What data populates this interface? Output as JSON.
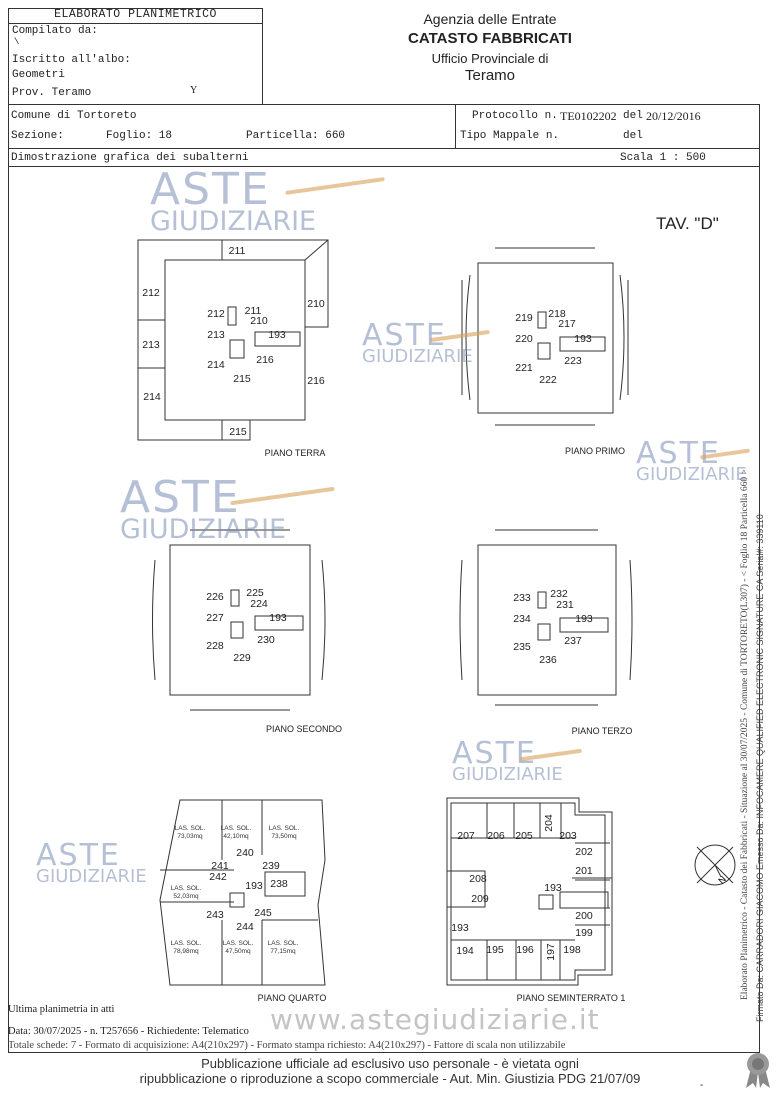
{
  "header": {
    "box_title": "ELABORATO PLANIMETRICO",
    "compilato_label": "Compilato da:",
    "compilato_value": "\\",
    "iscritto_label": "Iscritto all'albo:",
    "iscritto_value": "Geometri",
    "prov": "Prov. Teramo",
    "prov_mark": "Y",
    "agency": "Agenzia delle Entrate",
    "catasto": "CATASTO FABBRICATI",
    "ufficio": "Ufficio Provinciale di",
    "city": "Teramo"
  },
  "info": {
    "comune": "Comune di Tortoreto",
    "sezione": "Sezione:",
    "foglio": "Foglio: 18",
    "particella": "Particella: 660",
    "protocollo_label": "Protocollo n.",
    "protocollo_value": "TE0102202",
    "del_label": "del",
    "protocollo_date": "20/12/2016",
    "tipo_mappale": "Tipo Mappale n.",
    "tipo_del": "del",
    "dimostrazione": "Dimostrazione grafica dei subalterni",
    "scala": "Scala 1 : 500"
  },
  "tav": "TAV. \"D\"",
  "plans": {
    "terra": {
      "caption": "PIANO TERRA",
      "labels": [
        "211",
        "212",
        "213",
        "214",
        "215",
        "210",
        "216",
        "212",
        "211",
        "210",
        "213",
        "193",
        "214",
        "216",
        "215"
      ]
    },
    "primo": {
      "caption": "PIANO PRIMO",
      "labels": [
        "219",
        "218",
        "217",
        "220",
        "193",
        "221",
        "223",
        "222"
      ]
    },
    "secondo": {
      "caption": "PIANO SECONDO",
      "labels": [
        "226",
        "225",
        "224",
        "227",
        "193",
        "228",
        "230",
        "229"
      ]
    },
    "terzo": {
      "caption": "PIANO TERZO",
      "labels": [
        "233",
        "232",
        "231",
        "234",
        "193",
        "235",
        "237",
        "236"
      ]
    },
    "quarto": {
      "caption": "PIANO QUARTO",
      "labels": [
        "240",
        "241",
        "239",
        "242",
        "193",
        "238",
        "243",
        "245",
        "244"
      ],
      "areas": [
        {
          "name": "LAS. SOL.",
          "area": "73,03mq"
        },
        {
          "name": "LAS. SOL.",
          "area": "42,10mq"
        },
        {
          "name": "LAS. SOL.",
          "area": "73,50mq"
        },
        {
          "name": "LAS. SOL.",
          "area": "52,03mq"
        },
        {
          "name": "LAS. SOL.",
          "area": "78,98mq"
        },
        {
          "name": "LAS. SOL.",
          "area": "47,50mq"
        },
        {
          "name": "LAS. SOL.",
          "area": "77,15mq"
        }
      ]
    },
    "seminterrato": {
      "caption": "PIANO SEMINTERRATO 1",
      "labels": [
        "207",
        "206",
        "205",
        "204",
        "203",
        "202",
        "201",
        "208",
        "209",
        "193",
        "200",
        "199",
        "193",
        "194",
        "195",
        "196",
        "197",
        "198"
      ]
    }
  },
  "footer": {
    "ultima": "Ultima planimetria in atti",
    "data_line": "Data: 30/07/2025 - n. T257656 - Richiedente: Telematico",
    "totale_line": "Totale schede: 7 - Formato di acquisizione: A4(210x297) - Formato stampa richiesto: A4(210x297) - Fattore di scala non utilizzabile",
    "notice_1": "Pubblicazione ufficiale ad esclusivo uso personale - è vietata ogni",
    "notice_2": "ripubblicazione o riproduzione a scopo commerciale - Aut. Min. Giustizia PDG 21/07/09",
    "dash": "-"
  },
  "side": {
    "line1": "Elaborato Planimetrico - Catasto dei Fabbricati - Situazione al 30/07/2025 - Comune di TORTORETO(L307) - < Foglio 18 Particella 660 >",
    "line2": "Firmato Da: CARRADORI GIACOMO Emesso Da: INFOCAMERE QUALIFIED ELECTRONIC SIGNATURE CA Serial#: 339110"
  },
  "watermark": {
    "aste": "ASTE",
    "giudiziarie": "GIUDIZIARIE",
    "url": "www.astegiudiziarie.it"
  },
  "compass": {
    "label": "N"
  }
}
